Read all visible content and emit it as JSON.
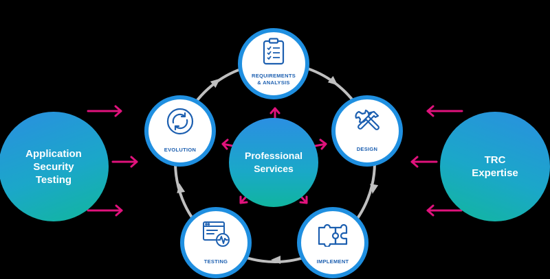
{
  "left_circle": {
    "lines": [
      "Application",
      "Security",
      "Testing"
    ]
  },
  "right_circle": {
    "lines": [
      "TRC",
      "Expertise"
    ]
  },
  "center_circle": {
    "lines": [
      "Professional",
      "Services"
    ]
  },
  "nodes": {
    "requirements": {
      "lines": [
        "REQUIREMENTS",
        "& ANALYSIS"
      ],
      "icon": "clipboard-checklist-icon"
    },
    "design": {
      "lines": [
        "DESIGN"
      ],
      "icon": "wrench-hammer-icon"
    },
    "implement": {
      "lines": [
        "IMPLEMENT"
      ],
      "icon": "puzzle-pieces-icon"
    },
    "testing": {
      "lines": [
        "TESTING"
      ],
      "icon": "browser-monitor-icon"
    },
    "evolution": {
      "lines": [
        "EVOLUTION"
      ],
      "icon": "refresh-arrows-icon"
    }
  },
  "colors": {
    "background": "#000000",
    "accent_magenta": "#e0127c",
    "ring_gray": "#bfbfbf",
    "node_border": "#1f8fe0",
    "icon_blue": "#1c5fb0",
    "gradient_blue": "#2a8fe0",
    "gradient_teal": "#11b79c"
  }
}
